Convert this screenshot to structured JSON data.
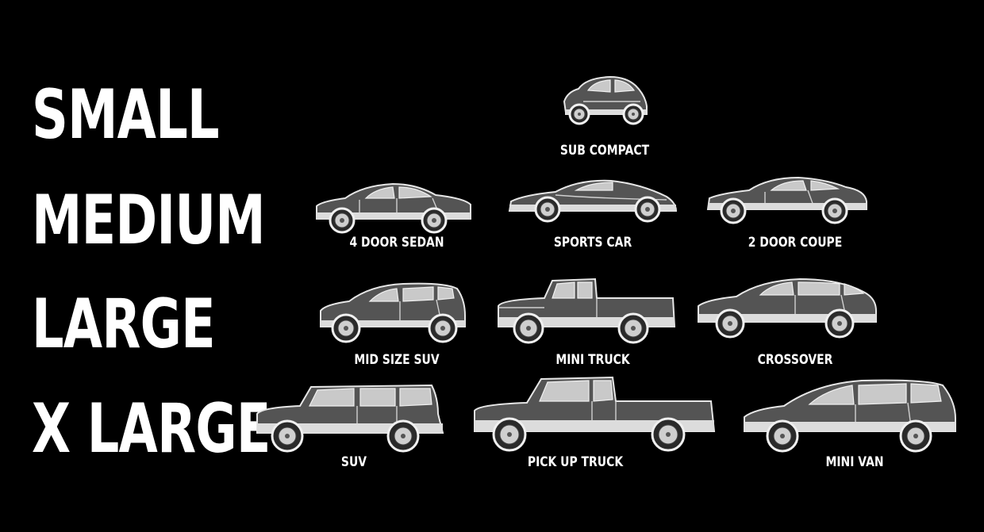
{
  "size_labels": {
    "small": "SMALL",
    "medium": "MEDIUM",
    "large": "LARGE",
    "xlarge": "X LARGE"
  },
  "vehicles": {
    "sub_compact": "SUB COMPACT",
    "sedan_4door": "4 DOOR SEDAN",
    "sports_car": "SPORTS CAR",
    "coupe_2door": "2 DOOR COUPE",
    "mid_size_suv": "MID SIZE SUV",
    "mini_truck": "MINI TRUCK",
    "crossover": "CROSSOVER",
    "suv": "SUV",
    "pick_up_truck": "PICK UP TRUCK",
    "mini_van": "MINI VAN"
  },
  "colors": {
    "background": "#000000",
    "text": "#ffffff",
    "car_body": "#545454",
    "car_trim": "#dcdcdc"
  }
}
